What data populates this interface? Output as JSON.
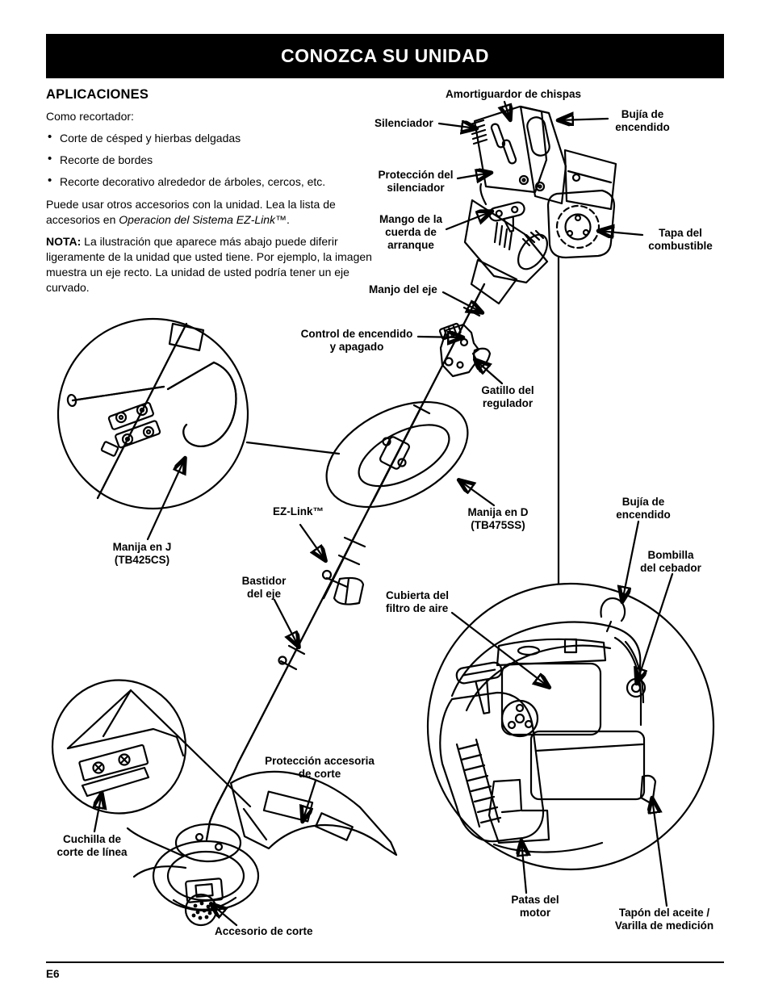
{
  "header": {
    "title": "CONOZCA SU UNIDAD"
  },
  "aplicaciones": {
    "heading": "APLICACIONES",
    "intro": "Como recortador:",
    "bullets": [
      "Corte de césped y hierbas delgadas",
      "Recorte de bordes",
      "Recorte decorativo alrededor de árboles, cercos, etc."
    ],
    "para_accesorios_pre": "Puede usar otros accesorios con la unidad. Lea la lista de accesorios en ",
    "para_accesorios_italic": "Operacion del Sistema EZ-Link™",
    "para_accesorios_post": ".",
    "nota_label": "NOTA:",
    "nota_text": " La ilustración que aparece más abajo puede diferir ligeramente de la unidad que usted tiene. Por ejemplo, la imagen muestra un eje recto. La unidad de usted podría tener un eje curvado."
  },
  "labels": {
    "amortiguador": "Amortiguardor de chispas",
    "silenciador": "Silenciador",
    "bujia_superior": "Bujía de\nencendido",
    "proteccion_silenciador": "Protección del\nsilenciador",
    "mango_cuerda": "Mango de la\ncuerda de\narranque",
    "tapa_combustible": "Tapa del\ncombustible",
    "manjo_eje": "Manjo del eje",
    "control_encendido": "Control de encendido\ny apagado",
    "gatillo_regulador": "Gatillo del\nregulador",
    "ez_link": "EZ-Link™",
    "manija_d": "Manija en D\n(TB475SS)",
    "manija_j": "Manija en J\n(TB425CS)",
    "bastidor_eje": "Bastidor\ndel eje",
    "bujia_inferior": "Bujía de\nencendido",
    "bombilla_cebador": "Bombilla\ndel cebador",
    "cubierta_filtro": "Cubierta del\nfiltro de aire",
    "proteccion_accesoria": "Protección accesoria\nde corte",
    "cuchilla_corte": "Cuchilla de\ncorte de línea",
    "accesorio_corte": "Accesorio de corte",
    "patas_motor": "Patas del\nmotor",
    "tapon_aceite": "Tapón del aceite /\nVarilla de medición"
  },
  "footer": {
    "page_number": "E6"
  },
  "colors": {
    "ink": "#000000",
    "paper": "#ffffff"
  }
}
